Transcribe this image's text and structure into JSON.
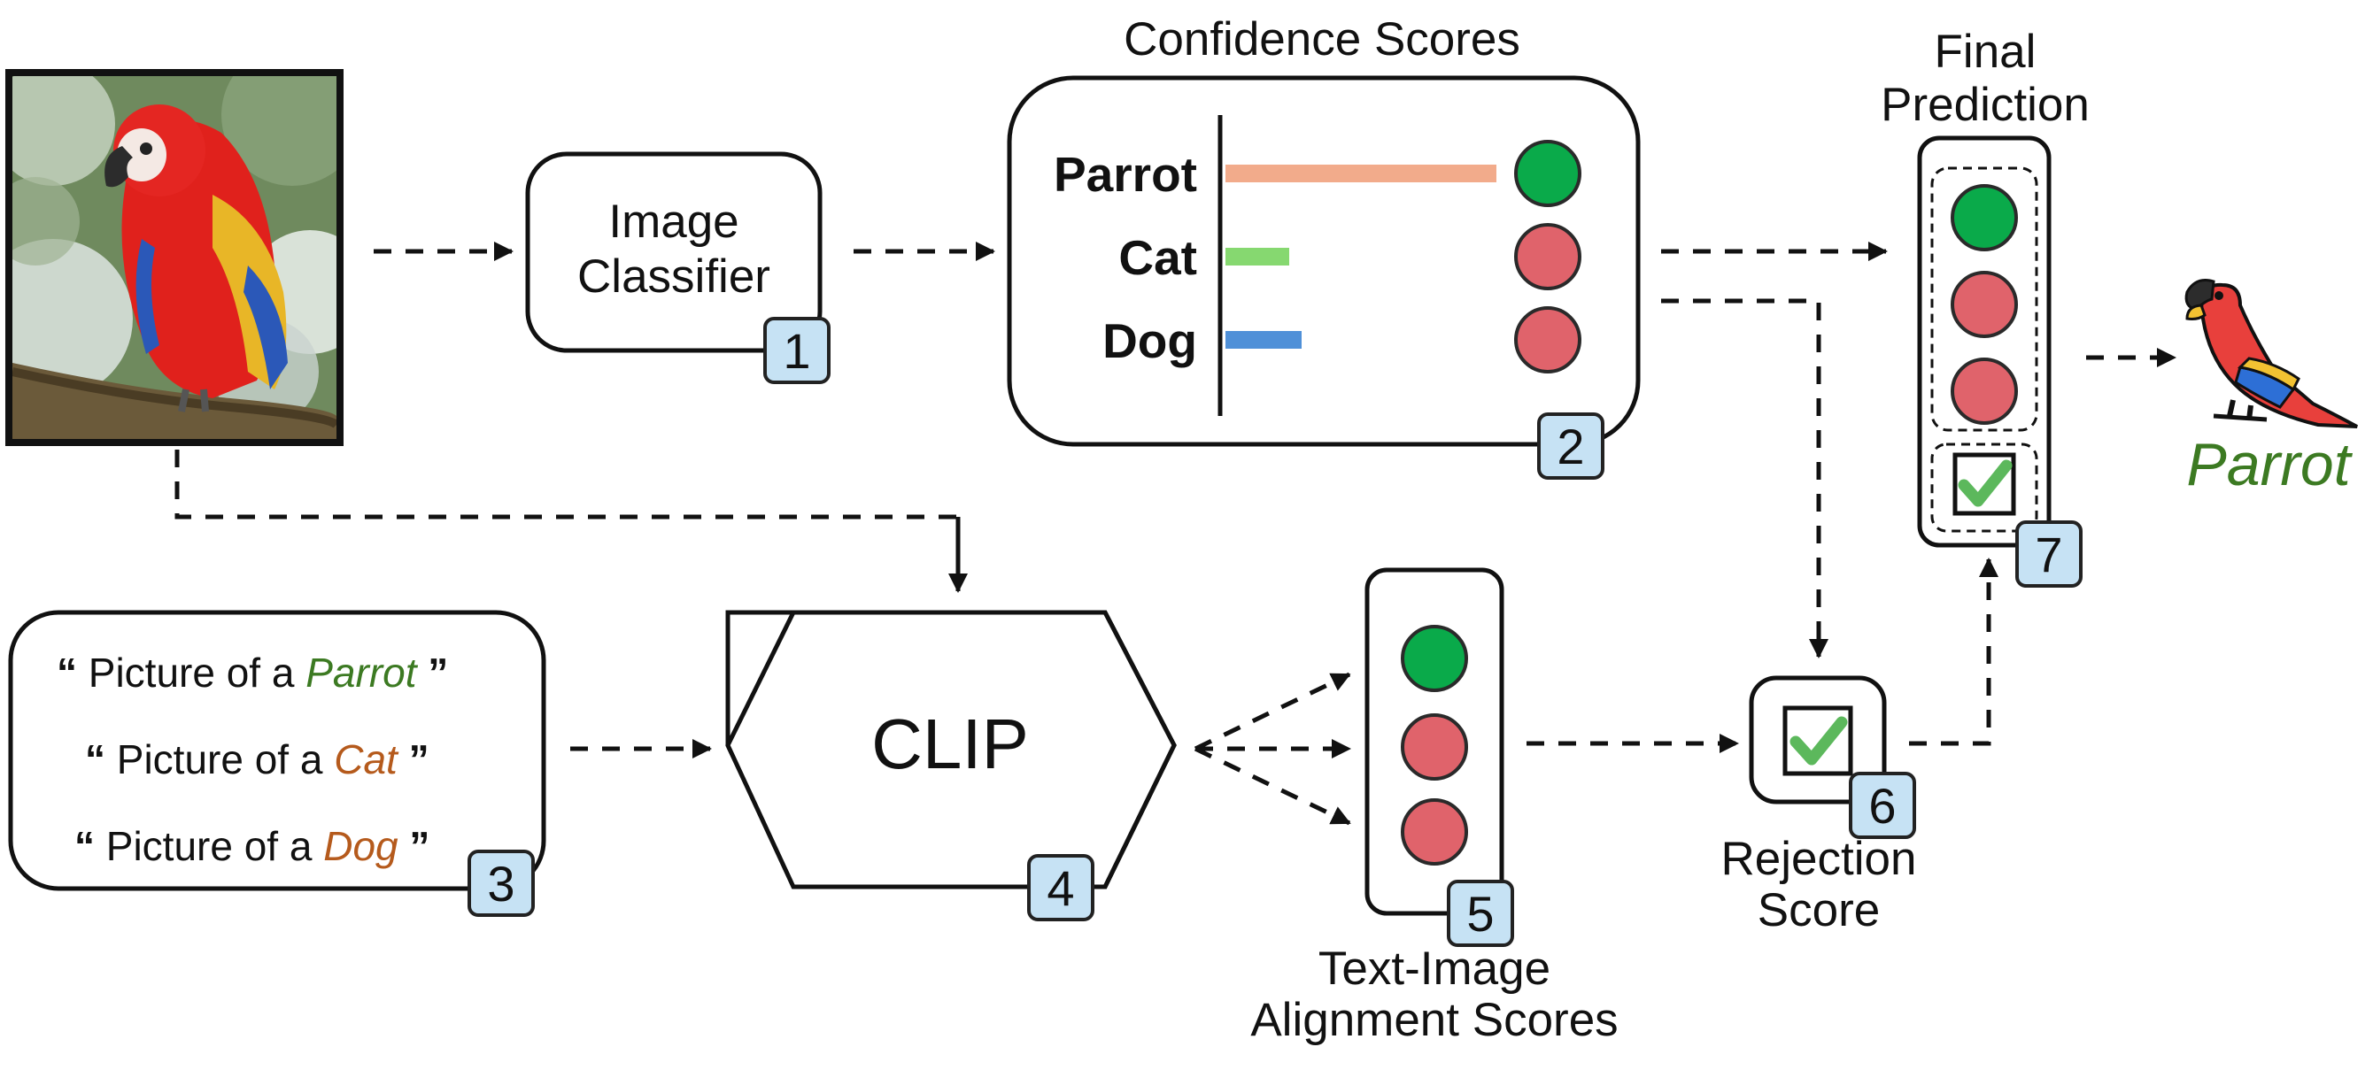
{
  "colors": {
    "green": "#0aaa4a",
    "red": "#e0636b",
    "bar_parrot": "#f2ab8b",
    "bar_cat": "#86d870",
    "bar_dog": "#4f90d8",
    "label_green": "#3c7a22",
    "label_orange": "#b55a1c",
    "badge_fill": "#c6e2f4",
    "check": "#5cb85c"
  },
  "image": {
    "subject": "scarlet-macaw-photo"
  },
  "classifier": {
    "line1": "Image",
    "line2": "Classifier",
    "badge": "1"
  },
  "confidence": {
    "title": "Confidence Scores",
    "badge": "2",
    "classes": [
      {
        "name": "Parrot",
        "score": 0.85,
        "status": "accept"
      },
      {
        "name": "Cat",
        "score": 0.2,
        "status": "reject"
      },
      {
        "name": "Dog",
        "score": 0.24,
        "status": "reject"
      }
    ]
  },
  "prompts": {
    "badge": "3",
    "items": [
      {
        "prefix": "Picture of a ",
        "cls": "Parrot",
        "tone": "green"
      },
      {
        "prefix": "Picture of a ",
        "cls": "Cat",
        "tone": "orange"
      },
      {
        "prefix": "Picture of a ",
        "cls": "Dog",
        "tone": "orange"
      }
    ],
    "open_quote": "“",
    "close_quote": "”"
  },
  "clip": {
    "label": "CLIP",
    "badge": "4"
  },
  "alignment": {
    "label_line1": "Text-Image",
    "label_line2": "Alignment Scores",
    "badge": "5",
    "statuses": [
      "accept",
      "reject",
      "reject"
    ]
  },
  "rejection": {
    "label_line1": "Rejection",
    "label_line2": "Score",
    "badge": "6",
    "icon": "check-icon"
  },
  "final": {
    "title_line1": "Final",
    "title_line2": "Prediction",
    "badge": "7",
    "statuses": [
      "accept",
      "reject",
      "reject"
    ],
    "icon": "check-icon"
  },
  "output": {
    "label": "Parrot",
    "icon": "parrot-icon"
  }
}
